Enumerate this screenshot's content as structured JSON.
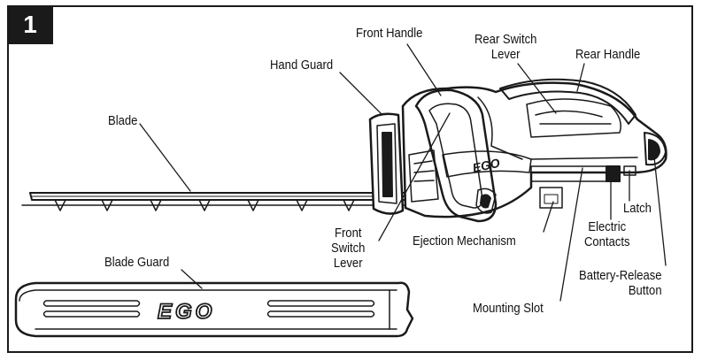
{
  "figure": {
    "number": "1"
  },
  "labels": {
    "front_handle": "Front Handle",
    "rear_switch_lever": "Rear Switch\nLever",
    "rear_handle": "Rear Handle",
    "hand_guard": "Hand Guard",
    "blade": "Blade",
    "front_switch_lever": "Front\nSwitch\nLever",
    "ejection_mechanism": "Ejection Mechanism",
    "electric_contacts": "Electric\nContacts",
    "latch": "Latch",
    "blade_guard": "Blade Guard",
    "battery_release_button": "Battery-Release\nButton",
    "mounting_slot": "Mounting Slot"
  },
  "brand_marks": {
    "trimmer_logo": "EGO",
    "guard_logo": "EGO"
  },
  "colors": {
    "line": "#1a1a1a",
    "background": "#ffffff"
  }
}
